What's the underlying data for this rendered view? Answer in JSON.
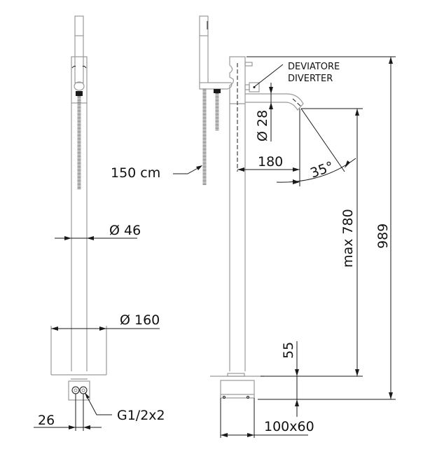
{
  "drawing": {
    "title": "Freestanding bath mixer with hand shower - technical drawing",
    "left_view": {
      "dim_column_diameter": "Ø 46",
      "dim_base_diameter": "Ø 160",
      "dim_inlet_spacing": "26",
      "inlet_connection": "G1/2x2",
      "hose_length": "150 cm"
    },
    "right_view": {
      "diverter_label_it": "DEVIATORE",
      "diverter_label_en": "DIVERTER",
      "dim_spout_diameter": "Ø 28",
      "dim_spout_reach": "180",
      "dim_spout_angle": "35°",
      "dim_spout_height": "max 780",
      "dim_total_height": "989",
      "dim_floor_offset": "55",
      "dim_box_size": "100x60"
    },
    "colors": {
      "outline": "#9a9a9a",
      "dimension": "#1a1a1a",
      "background": "#ffffff"
    }
  }
}
